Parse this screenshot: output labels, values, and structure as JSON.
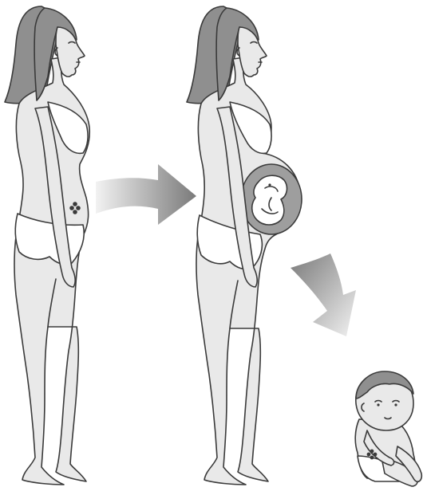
{
  "colors": {
    "background": "#ffffff",
    "skin": "#e9e9e9",
    "hair": "#8f8f8f",
    "outline": "#3a3a3a",
    "underwear": "#ffffff",
    "womb": "#9e9e9e",
    "arrow_dark": "#7a7a7a",
    "arrow_light": "#f2f2f2"
  },
  "figures": [
    {
      "name": "woman-before-pregnancy-figure"
    },
    {
      "name": "pregnant-woman-figure"
    },
    {
      "name": "baby-figure"
    }
  ],
  "arrows": [
    {
      "name": "arrow-right-icon"
    },
    {
      "name": "arrow-down-right-icon"
    }
  ]
}
